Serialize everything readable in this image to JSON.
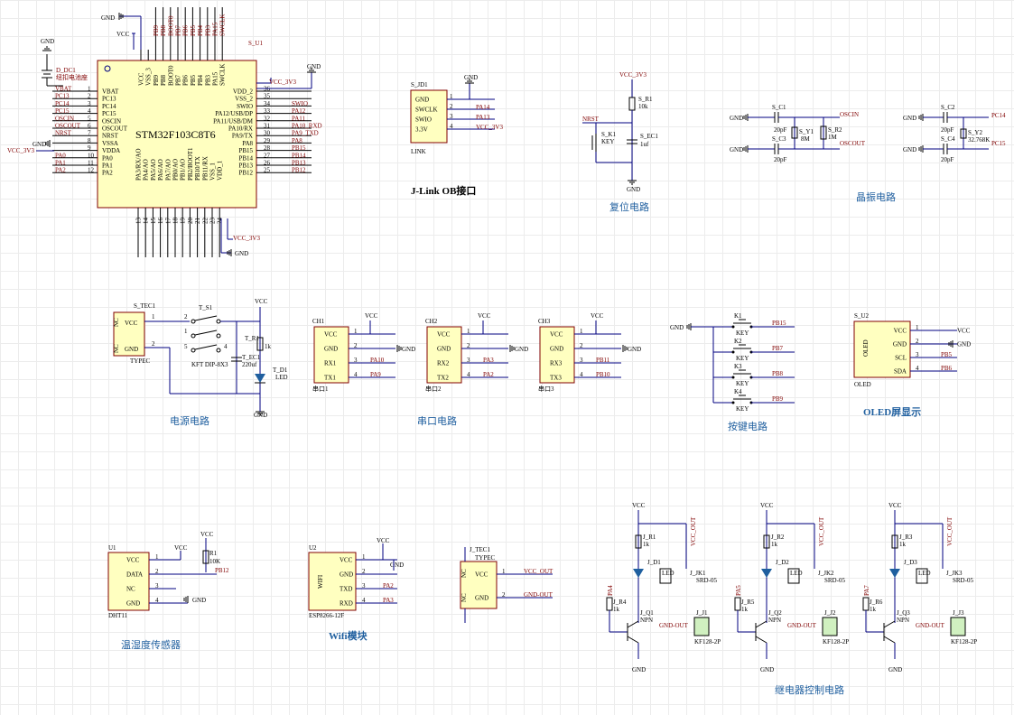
{
  "sections": {
    "mcu": {
      "ref": "S_U1",
      "name": "STM32F103C8T6",
      "left_pins": [
        "VBAT",
        "PC13",
        "PC14",
        "PC15",
        "OSCIN",
        "OSCOUT",
        "NRST",
        "VSSA",
        "VDDA",
        "PA0",
        "PA1",
        "PA2"
      ],
      "left_nums": [
        "1",
        "2",
        "3",
        "4",
        "5",
        "6",
        "7",
        "8",
        "9",
        "10",
        "11",
        "12"
      ],
      "left_nets": [
        "VBAT",
        "PC13",
        "PC14",
        "PC15",
        "OSCIN",
        "OSCOUT",
        "NRST",
        "GND",
        "VCC_3V3",
        "PA0",
        "PA1",
        "PA2"
      ],
      "right_pins": [
        "VDD_2",
        "VSS_2",
        "SWIO",
        "PA12/USB/DP",
        "PA11/USB/DM",
        "PA10/RX",
        "PA9/TX",
        "PA8",
        "PB15",
        "PB14",
        "PB13",
        "PB12"
      ],
      "right_nums": [
        "36",
        "35",
        "34",
        "33",
        "32",
        "31",
        "30",
        "29",
        "28",
        "27",
        "26",
        "25"
      ],
      "right_nets": [
        "VCC_3V3",
        "",
        "SWIO",
        "PA12",
        "PA11",
        "PA10_RXD",
        "PA9_TXD",
        "PA8",
        "PB15",
        "PB14",
        "PB13",
        "PB12"
      ],
      "top_pins": [
        "VCC",
        "VSS_3",
        "PB9",
        "PB8",
        "BOOT0",
        "PB7",
        "PB6",
        "PB5",
        "PB4",
        "PB3",
        "PA15",
        "SWCLK"
      ],
      "bottom_pins": [
        "PA3/RX/AO",
        "PA4/AO",
        "PA5/AO",
        "PA6/AO",
        "PA7/AO",
        "PB0/AO",
        "PB1/AO",
        "PB2/BOOT1",
        "PB10/TX",
        "PB11/RX",
        "VSS_1",
        "VDD_1"
      ],
      "bottom_nums": [
        "13",
        "14",
        "15",
        "16",
        "17",
        "18",
        "19",
        "20",
        "21",
        "22",
        "23",
        "24"
      ],
      "gnd": "GND",
      "vcc": "VCC",
      "vcc3v3": "VCC_3V3",
      "battery_ref": "D_DC1",
      "battery_label": "纽扣电池座"
    },
    "jlink": {
      "ref": "S_JD1",
      "pins": [
        "GND",
        "SWCLK",
        "SWIO",
        "3.3V"
      ],
      "nets": [
        "",
        "PA14",
        "PA13",
        "VCC_3V3"
      ],
      "footer": "LINK",
      "title": "J-Link OB接口",
      "gnd": "GND"
    },
    "reset": {
      "title": "复位电路",
      "vcc": "VCC_3V3",
      "r_ref": "S_R1",
      "r_val": "10k",
      "k_ref": "S_K1",
      "k_val": "KEY",
      "c_ref": "S_EC1",
      "c_val": "1uf",
      "nrst": "NRST",
      "gnd": "GND"
    },
    "crystal": {
      "title": "晶振电路",
      "c1": "S_C1",
      "c2": "S_C2",
      "c3": "S_C3",
      "c4": "S_C4",
      "cval": "20pF",
      "y1": "S_Y1",
      "y1v": "8M",
      "y2": "S_Y2",
      "y2v": "32.768K",
      "r2": "S_R2",
      "r2v": "1M",
      "oscin": "OSCIN",
      "oscout": "OSCOUT",
      "pc14": "PC14",
      "pc15": "PC15",
      "gnd": "GND"
    },
    "power": {
      "title": "电源电路",
      "ref": "S_TEC1",
      "typec": "TYPEC",
      "nc": "NC",
      "vcc": "VCC",
      "gnd": "GND",
      "sw": "T_S1",
      "swv": "KFT DIP-8X3",
      "r": "T_R1",
      "rv": "1k",
      "c": "T_EC1",
      "cv": "220uf",
      "d": "T_D1",
      "dv": "LED",
      "n1": "1",
      "n2": "2",
      "p2": "2",
      "p1": "1",
      "p5": "5",
      "p4": "4"
    },
    "serial": {
      "title": "串口电路",
      "ch": [
        {
          "ref": "CH1",
          "p3": "RX1",
          "p4": "TX1",
          "n3": "PA10",
          "n4": "PA9",
          "foot": "串口1"
        },
        {
          "ref": "CH2",
          "p3": "RX2",
          "p4": "TX2",
          "n3": "PA3",
          "n4": "PA2",
          "foot": "串口2"
        },
        {
          "ref": "CH3",
          "p3": "RX3",
          "p4": "TX3",
          "n3": "PB11",
          "n4": "PB10",
          "foot": "串口3"
        }
      ],
      "vcc": "VCC",
      "gnd": "GND",
      "pvcc": "VCC",
      "pgnd": "GND"
    },
    "keys": {
      "title": "按键电路",
      "gnd": "GND",
      "keys": [
        {
          "ref": "K1",
          "net": "PB15"
        },
        {
          "ref": "K2",
          "net": "PB7"
        },
        {
          "ref": "K3",
          "net": "PB8"
        },
        {
          "ref": "K4",
          "net": "PB9"
        }
      ],
      "val": "KEY"
    },
    "oled": {
      "title": "OLED屏显示",
      "ref": "S_U2",
      "name": "OLED",
      "foot": "OLED",
      "pins": [
        "VCC",
        "GND",
        "SCL",
        "SDA"
      ],
      "nets": [
        "VCC",
        "GND",
        "PB5",
        "PB6"
      ]
    },
    "dht": {
      "title": "温湿度传感器",
      "ref": "U1",
      "foot": "DHT11",
      "pins": [
        "VCC",
        "DATA",
        "NC",
        "GND"
      ],
      "vcc": "VCC",
      "r": "R1",
      "rv": "10K",
      "net": "PB12",
      "gnd": "GND"
    },
    "wifi": {
      "title": "Wifi模块",
      "ref": "U2",
      "name": "WIFI",
      "foot": "ESP8266-12F",
      "pins": [
        "VCC",
        "GND",
        "TXD",
        "RXD"
      ],
      "vcc": "VCC",
      "gnd": "GND",
      "n3": "PA2",
      "n4": "PA3"
    },
    "typec2": {
      "ref": "J_TEC1",
      "typec": "TYPEC",
      "nc": "NC",
      "pins": [
        "VCC",
        "GND"
      ],
      "nets": [
        "VCC_OUT",
        "GND-OUT"
      ]
    },
    "relay": {
      "title": "继电器控制电路",
      "units": [
        {
          "r1": "J_R1",
          "d": "J_D1",
          "jk": "J_JK1",
          "r4": "J_R4",
          "q": "J_Q1",
          "j": "J_J1",
          "in": "PA4"
        },
        {
          "r1": "J_R2",
          "d": "J_D2",
          "jk": "J_JK2",
          "r4": "J_R5",
          "q": "J_Q2",
          "j": "J_J2",
          "in": "PA5"
        },
        {
          "r1": "J_R3",
          "d": "J_D3",
          "jk": "J_JK3",
          "r4": "J_R6",
          "q": "J_Q3",
          "j": "J_J3",
          "in": "PA7"
        }
      ],
      "rv": "1k",
      "led": "LED",
      "relay": "SRD-05",
      "npn": "NPN",
      "conn": "KF128-2P",
      "vcc": "VCC",
      "gnd": "GND",
      "vout": "VCC_OUT",
      "gout": "GND-OUT"
    }
  }
}
